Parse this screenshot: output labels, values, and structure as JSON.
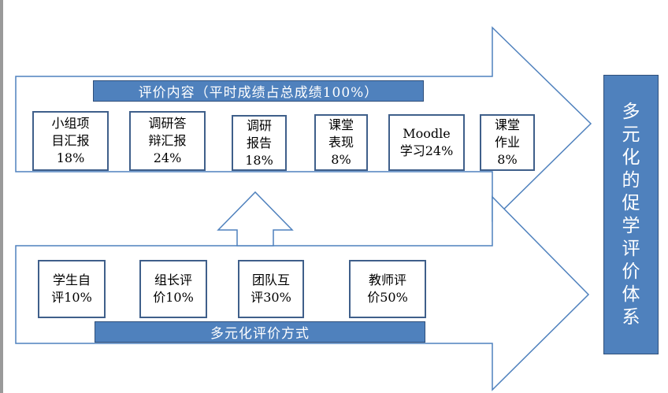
{
  "content_banner": "评价内容（平时成绩占总成绩100%）",
  "content_items": [
    {
      "label": "小组项\n目汇报\n18%"
    },
    {
      "label": "调研答\n辩汇报\n24%"
    },
    {
      "label": "调研\n报告\n18%"
    },
    {
      "label": "课堂\n表现\n8%"
    },
    {
      "label": "Moodle\n学习24%"
    },
    {
      "label": "课堂\n作业\n8%"
    }
  ],
  "method_banner": "多元化评价方式",
  "method_items": [
    {
      "label": "学生自\n评10%"
    },
    {
      "label": "组长评\n价10%"
    },
    {
      "label": "团队互\n评30%"
    },
    {
      "label": "教师评\n价50%"
    }
  ],
  "system_label": "多\n元\n化\n的\n促\n学\n评\n价\n体\n系",
  "colors": {
    "accent": "#4f81bd",
    "outline": "#4f81bd"
  }
}
